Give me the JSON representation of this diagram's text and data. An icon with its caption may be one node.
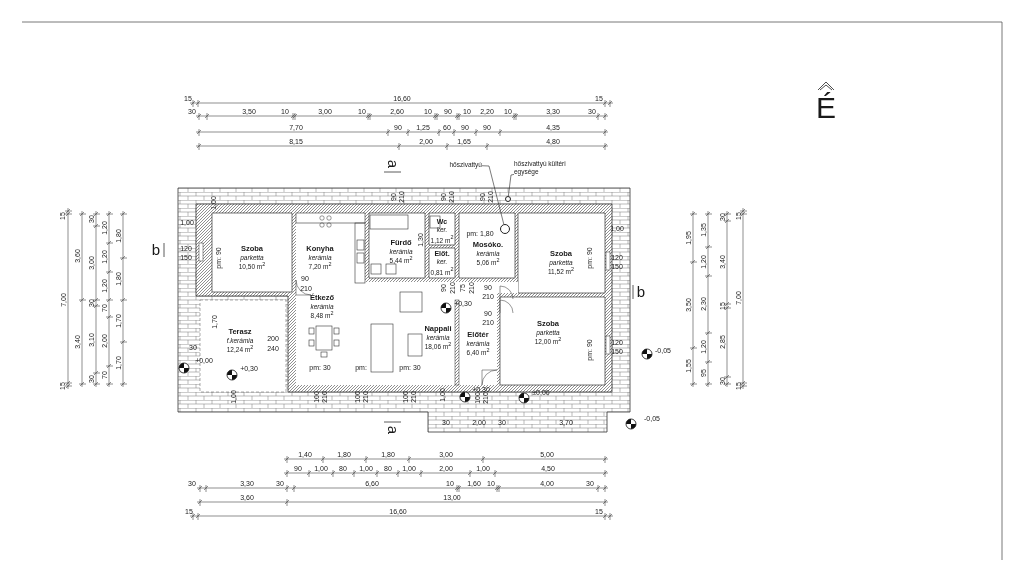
{
  "diagram": {
    "nodes": [
      {
        "text": [
          "Szoba",
          "parketta",
          "10,50 m$^{2}$"
        ]
      },
      {
        "text": [
          "Konyha",
          "kerámia",
          "7,20 m$^{2}$"
        ]
      },
      {
        "text": [
          "Fürdő",
          "kerámia",
          "5,44 m$^{2}$"
        ]
      },
      {
        "text": [
          "Wc",
          "ker.",
          "1,12 m$^{2}$"
        ]
      },
      {
        "text": [
          "Előt.",
          "ker.",
          "0,81 m$^{2}$"
        ]
      },
      {
        "text": [
          "Mosóko.",
          "kerámia",
          "5,06 m$^{2}$"
        ]
      },
      {
        "text": [
          "Szoba",
          "parketta",
          "11,52 m$^{2}$"
        ]
      },
      {
        "text": [
          "Étkező",
          "kerámia",
          "8,48 m$^{2}$"
        ]
      },
      {
        "text": [
          "Terasz",
          "f.kerámia",
          "12,24 m$^{2}$"
        ]
      },
      {
        "text": [
          "Nappali",
          "kerámia",
          "18,06 m$^{2}$"
        ]
      },
      {
        "text": [
          "Előtér",
          "kerámia",
          "6,40 m$^{2}$"
        ]
      },
      {
        "text": [
          "Szoba",
          "parketta",
          "12,00 m$^{2}$"
        ]
      },
      {
        "text": [
          "hőszivattyú"
        ]
      },
      {
        "text": [
          "hőszivattyú kültéri egysége"
        ]
      },
      {
        "text": [],
        "shape": "circle"
      },
      {
        "text": [],
        "shape": "circle"
      }
    ],
    "edges": [
      {
        "from": 12,
        "to": 14,
        "arrow": "none"
      },
      {
        "from": 13,
        "to": 15,
        "arrow": "none"
      }
    ],
    "labels": [
      "15",
      "16,60",
      "15",
      "30",
      "3,50",
      "10",
      "3,00",
      "10",
      "2,60",
      "10",
      "90",
      "10",
      "2,20",
      "10",
      "3,30",
      "30",
      "7,70",
      "90",
      "1,25",
      "60",
      "90",
      "90",
      "4,35",
      "8,15",
      "2,00",
      "1,65",
      "4,80",
      "É",
      "a",
      "1,00",
      "90",
      "210",
      "90",
      "210",
      "90",
      "210",
      "1,00",
      "1,30",
      "pm: 1,80",
      "1,00",
      "b",
      "120",
      "150",
      "pm: 90",
      "pm: 90",
      "120",
      "150",
      "90",
      "210",
      "90",
      "210",
      "75",
      "210",
      "90",
      "210",
      "b",
      "+0,30",
      "90",
      "210",
      "1,70",
      "200",
      "240",
      "120",
      "150",
      "30",
      "pm: 90",
      "-0,05",
      "+0,00",
      "+0,30",
      "pm: 30",
      "pm:",
      "pm: 30",
      "+0,30",
      "±0,00",
      "1,00",
      "100",
      "210",
      "100",
      "210",
      "100",
      "210",
      "1,00",
      "100",
      "210",
      "30",
      "2,00",
      "30",
      "3,70",
      "-0,05",
      "a",
      "1,40",
      "1,80",
      "1,80",
      "3,00",
      "5,00",
      "90",
      "1,00",
      "80",
      "1,00",
      "80",
      "1,00",
      "2,00",
      "1,00",
      "4,50",
      "30",
      "3,30",
      "30",
      "6,60",
      "10",
      "1,60",
      "10",
      "4,00",
      "30",
      "3,60",
      "13,00",
      "15",
      "16,60",
      "15",
      "15",
      "7,00",
      "15",
      "3,60",
      "3,40",
      "30",
      "3,00",
      "30",
      "3,10",
      "30",
      "1,20",
      "1,20",
      "1,20",
      "70",
      "2,00",
      "70",
      "1,80",
      "1,80",
      "1,70",
      "1,70",
      "1,95",
      "3,50",
      "1,55",
      "1,35",
      "1,20",
      "2,30",
      "1,20",
      "95",
      "30",
      "3,40",
      "15",
      "2,85",
      "30",
      "15",
      "7,00",
      "15"
    ]
  }
}
